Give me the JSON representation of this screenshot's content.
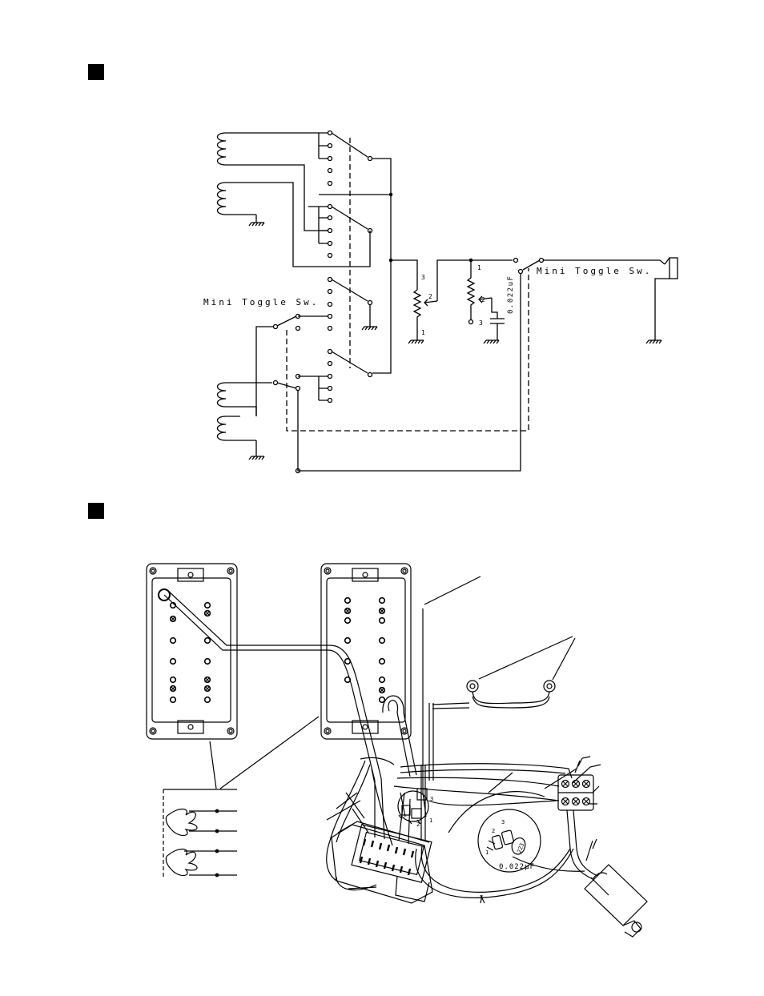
{
  "schematic": {
    "mini_toggle_left": "Mini Toggle Sw.",
    "mini_toggle_right": "Mini Toggle Sw.",
    "pot1_pin3": "3",
    "pot1_pin2": "2",
    "pot1_pin1": "1",
    "pot2_pin1": "1",
    "pot2_pin2": "2",
    "pot2_pin3": "3",
    "capacitor": "0.022uF"
  },
  "wiring": {
    "pot_pin3": "3",
    "pot_pin2": "2",
    "pot_pin1": "1",
    "switch_pin1": "1",
    "switch_pin2": "2",
    "cap_code": "223",
    "capacitor": "0.022µF"
  }
}
